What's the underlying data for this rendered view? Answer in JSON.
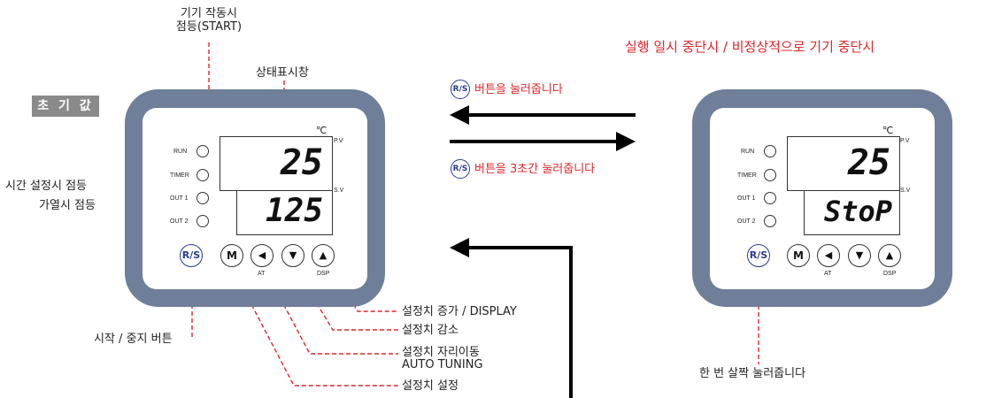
{
  "labels": {
    "run_lamp": "기기 작동시\n점등(START)",
    "status_window": "상태표시창",
    "timer_lamp": "시간 설정시 점등",
    "heat_lamp": "가열시 점등",
    "start_stop": "시작 / 중지 버튼",
    "up": "설정치 증가 / DISPLAY",
    "down": "설정치 감소",
    "shift": "설정치 자리이동\nAUTO TUNING",
    "set": "설정치 설정",
    "press_briefly": "한 번 살짝 눌러줍니다"
  },
  "initial_badge": "초 기 값",
  "pause_title": "실행 일시 중단시 / 비정상적으로 기기 중단시",
  "arrow_top_text": "버튼을 눌러줍니다",
  "arrow_bottom_text": "버튼을 3초간 눌러줍니다",
  "rs_label": "R/S",
  "left_device": {
    "unit": "℃",
    "pv_label": "P.V",
    "sv_label": "S.V",
    "pv_value": "25",
    "sv_value": "125",
    "indicators": [
      "RUN",
      "TIMER",
      "OUT 1",
      "OUT 2"
    ],
    "buttons": [
      "R/S",
      "M",
      "◀",
      "▼",
      "▲"
    ],
    "at_label": "AT",
    "dsp_label": "DSP"
  },
  "right_device": {
    "unit": "℃",
    "pv_label": "P.V",
    "sv_label": "S.V",
    "pv_value": "25",
    "sv_value": "StoP",
    "indicators": [
      "RUN",
      "TIMER",
      "OUT 1",
      "OUT 2"
    ],
    "buttons": [
      "R/S",
      "M",
      "◀",
      "▼",
      "▲"
    ],
    "at_label": "AT",
    "dsp_label": "DSP"
  },
  "colors": {
    "bezel": "#6f7f99",
    "callout_red": "#e0262b",
    "rs_blue": "#2a3b8f"
  }
}
